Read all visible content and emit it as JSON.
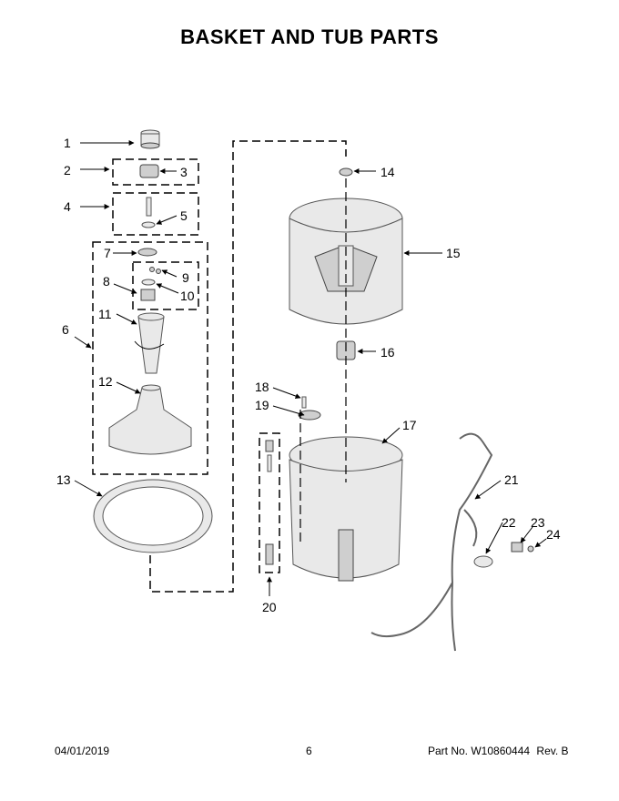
{
  "page": {
    "title": "BASKET AND TUB PARTS",
    "footer_date": "04/01/2019",
    "footer_page": "6",
    "footer_part_prefix": "Part No.",
    "footer_part_no": "W10860444",
    "footer_rev": "Rev. B"
  },
  "callouts": [
    "1",
    "2",
    "3",
    "4",
    "5",
    "6",
    "7",
    "8",
    "9",
    "10",
    "11",
    "12",
    "13",
    "14",
    "15",
    "16",
    "17",
    "18",
    "19",
    "20",
    "21",
    "22",
    "23",
    "24"
  ],
  "colors": {
    "line": "#000000",
    "part_fill": "#e9e9e9",
    "part_stroke": "#555555"
  }
}
